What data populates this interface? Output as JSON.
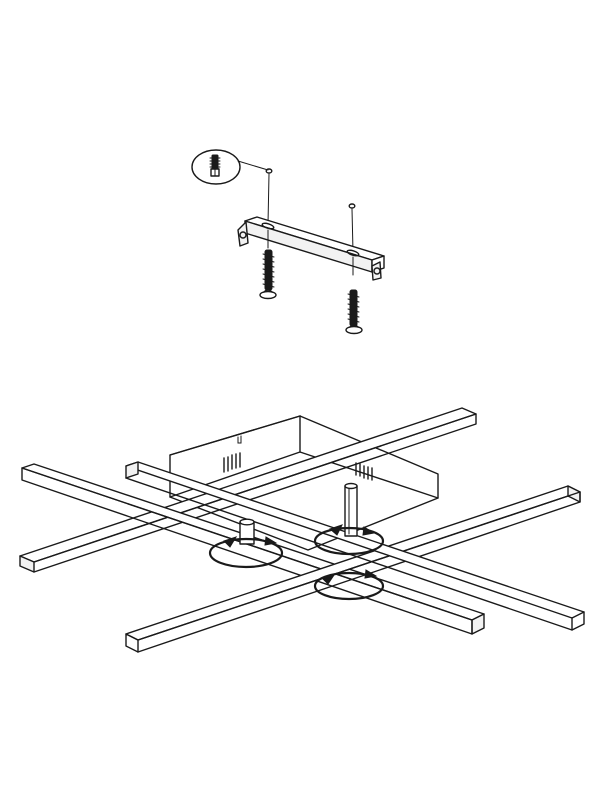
{
  "diagram": {
    "type": "assembly-instruction",
    "text_labels": [],
    "steps": [
      {
        "name": "ceiling-bracket-mounting",
        "parts": [
          "wall-plug",
          "mounting-bracket",
          "screw",
          "screw"
        ]
      },
      {
        "name": "arm-fixing",
        "parts": [
          "canopy-box",
          "light-arm",
          "light-arm",
          "light-arm",
          "light-arm",
          "threaded-rod",
          "threaded-rod",
          "rotation-arrow",
          "rotation-arrow",
          "rotation-arrow"
        ]
      }
    ],
    "colors": {
      "line": "#1a1a1a",
      "background": "#ffffff"
    }
  }
}
